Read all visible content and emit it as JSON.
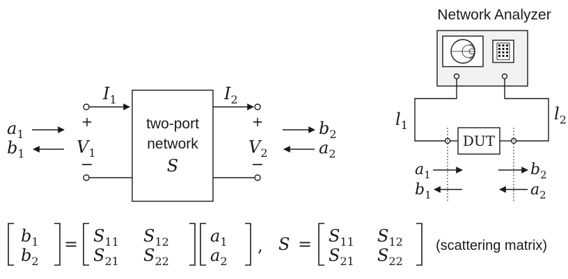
{
  "left_diagram": {
    "box_line1": "two-port",
    "box_line2": "network",
    "box_symbol": "S",
    "I1": "I",
    "I1_sub": "1",
    "I2": "I",
    "I2_sub": "2",
    "plus1": "+",
    "minus1": "−",
    "V1": "V",
    "V1_sub": "1",
    "plus2": "+",
    "minus2": "−",
    "V2": "V",
    "V2_sub": "2",
    "a1": "a",
    "a1_sub": "1",
    "b1": "b",
    "b1_sub": "1",
    "b2": "b",
    "b2_sub": "2",
    "a2": "a",
    "a2_sub": "2"
  },
  "right_diagram": {
    "title": "Network Analyzer",
    "dut_label": "DUT",
    "l1": "l",
    "l1_sub": "1",
    "l2": "l",
    "l2_sub": "2",
    "a1": "a",
    "a1_sub": "1",
    "b1": "b",
    "b1_sub": "1",
    "b2": "b",
    "b2_sub": "2",
    "a2": "a",
    "a2_sub": "2"
  },
  "equation": {
    "b": "b",
    "a": "a",
    "S": "S",
    "sub1": "1",
    "sub2": "2",
    "s11": "11",
    "s12": "12",
    "s21": "21",
    "s22": "22",
    "equals": "=",
    "comma": ",",
    "caption": "(scattering matrix)"
  },
  "colors": {
    "ink": "#1a1a1a",
    "analyzer_fill": "#f2f2f2"
  }
}
